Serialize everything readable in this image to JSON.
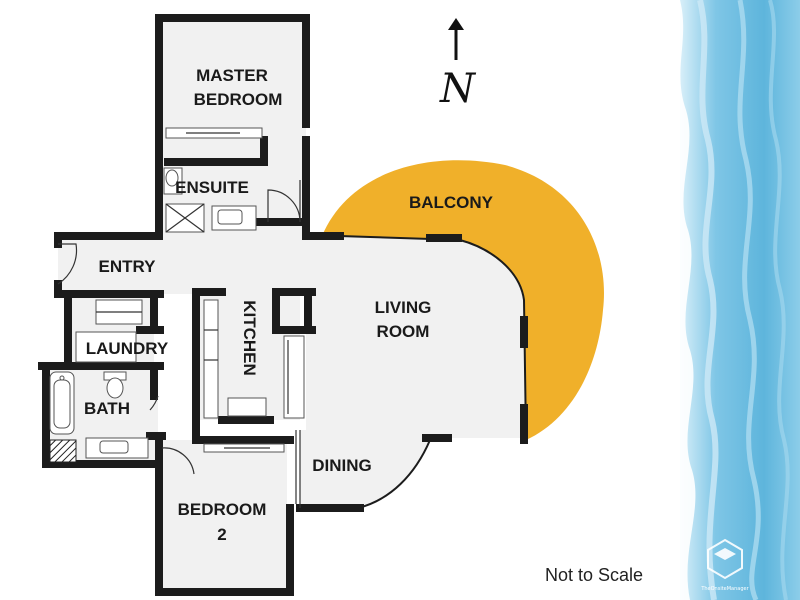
{
  "rooms": {
    "master_bedroom": [
      "MASTER",
      "BEDROOM"
    ],
    "ensuite": "ENSUITE",
    "entry": "ENTRY",
    "balcony": "BALCONY",
    "living_room": [
      "LIVING",
      "ROOM"
    ],
    "kitchen": "KITCHEN",
    "laundry": "LAUNDRY",
    "bath": "BATH",
    "dining": "DINING",
    "bedroom_2": [
      "BEDROOM",
      "2"
    ]
  },
  "compass": {
    "letter": "N"
  },
  "caption": "Not to Scale",
  "watermark": "TheOnsiteManager",
  "colors": {
    "wall": "#1c1c1c",
    "floor": "#f1f1f1",
    "balcony": "#f0b02a",
    "water": "#8ccde9",
    "water_light": "#c3e6f5"
  }
}
